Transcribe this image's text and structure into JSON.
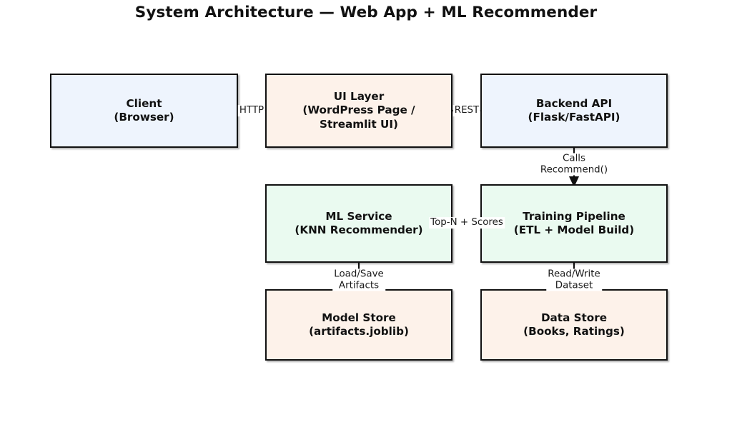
{
  "title": "System Architecture — Web App + ML Recommender",
  "palette": {
    "client_fill": "#eef4fd",
    "ui_fill": "#fdf2ea",
    "backend_fill": "#eef4fd",
    "ml_fill": "#eafaf0",
    "training_fill": "#eafaf0",
    "model_store_fill": "#fdf2ea",
    "data_store_fill": "#fdf2ea",
    "border": "#111111",
    "background": "#ffffff"
  },
  "nodes": {
    "client": "Client\n(Browser)",
    "ui_layer": "UI Layer\n(WordPress Page /\nStreamlit UI)",
    "backend_api": "Backend API\n(Flask/FastAPI)",
    "ml_service": "ML Service\n(KNN Recommender)",
    "training_pipeline": "Training Pipeline\n(ETL + Model Build)",
    "model_store": "Model Store\n(artifacts.joblib)",
    "data_store": "Data Store\n(Books, Ratings)"
  },
  "edges": {
    "client_to_ui": "HTTP",
    "ui_to_backend": "REST",
    "backend_to_ml": "Calls\nRecommend()",
    "ml_to_training": "Top-N + Scores",
    "ml_to_model_store": "Load/Save\nArtifacts",
    "training_to_data_store": "Read/Write\nDataset"
  }
}
